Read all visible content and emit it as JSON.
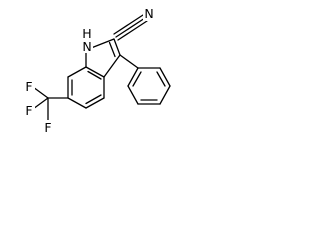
{
  "molecule": {
    "atoms": {
      "n1": {
        "label": "N",
        "h_label": "H"
      },
      "nitrile_n": {
        "label": "N"
      },
      "f1": {
        "label": "F"
      },
      "f2": {
        "label": "F"
      },
      "f3": {
        "label": "F"
      }
    }
  }
}
